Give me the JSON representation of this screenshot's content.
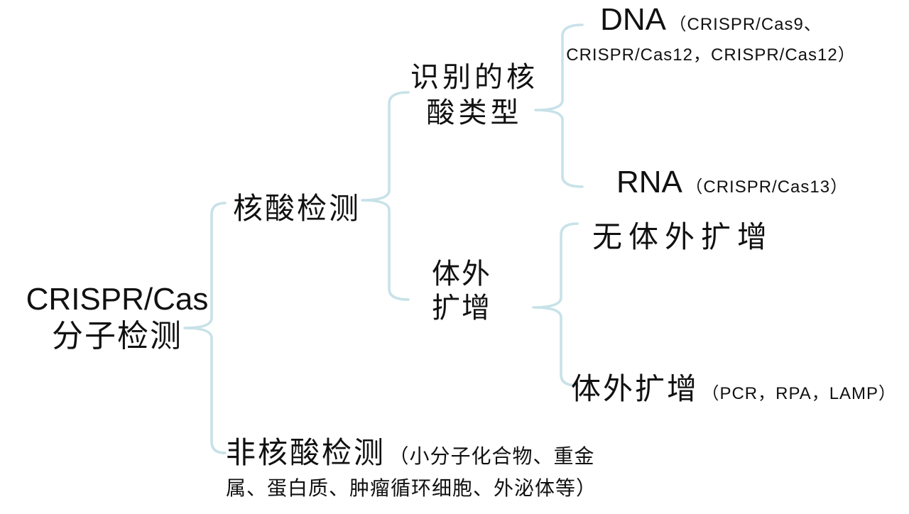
{
  "diagram": {
    "brace_color": "#c7e2e8",
    "root": {
      "label_en": "CRISPR/Cas",
      "label_zh": "分子检测"
    },
    "branches": {
      "nucleic": {
        "label": "核酸检测",
        "children": {
          "recognized_type": {
            "label_line1": "识别的核",
            "label_line2": "酸类型",
            "children": {
              "dna": {
                "label": "DNA",
                "sub_line1": "（CRISPR/Cas9、",
                "sub_line2": "CRISPR/Cas12，CRISPR/Cas12）"
              },
              "rna": {
                "label": "RNA",
                "sub": "（CRISPR/Cas13）"
              }
            }
          },
          "invitro_amplification": {
            "label_line1": "体外",
            "label_line2": "扩增",
            "children": {
              "no_amplification": {
                "label": "无体外扩增"
              },
              "with_amplification": {
                "label": "体外扩增",
                "sub": "（PCR，RPA，LAMP）"
              }
            }
          }
        }
      },
      "non_nucleic": {
        "label": "非核酸检测",
        "sub_line1": "（小分子化合物、重金",
        "sub_line2": "属、蛋白质、肿瘤循环细胞、外泌体等）"
      }
    }
  }
}
